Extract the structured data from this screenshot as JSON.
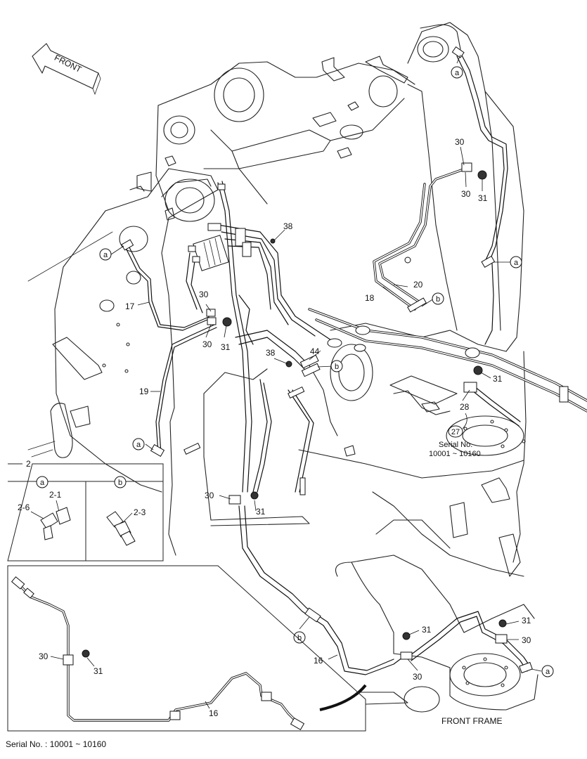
{
  "direction_arrow": {
    "text": "FRONT"
  },
  "assembly_label": "FRONT FRAME",
  "serial_note": {
    "line1": "Serial No.",
    "line2": "10001 ~ 10160",
    "ref": "27"
  },
  "footer_serial": "Serial No. : 10001 ~ 10160",
  "detail_box": {
    "number": "2",
    "cells": [
      {
        "circle": "a",
        "parts": [
          "2-1",
          "2-6"
        ]
      },
      {
        "circle": "b",
        "parts": [
          "2-3"
        ]
      }
    ]
  },
  "callouts": {
    "n30": "30",
    "n31": "31",
    "n38": "38",
    "n44": "44",
    "n28": "28",
    "n20": "20",
    "n18": "18",
    "n17": "17",
    "n19": "19",
    "n16": "16",
    "ca": "a",
    "cb": "b"
  },
  "colors": {
    "line": "#111111",
    "background": "#ffffff"
  }
}
